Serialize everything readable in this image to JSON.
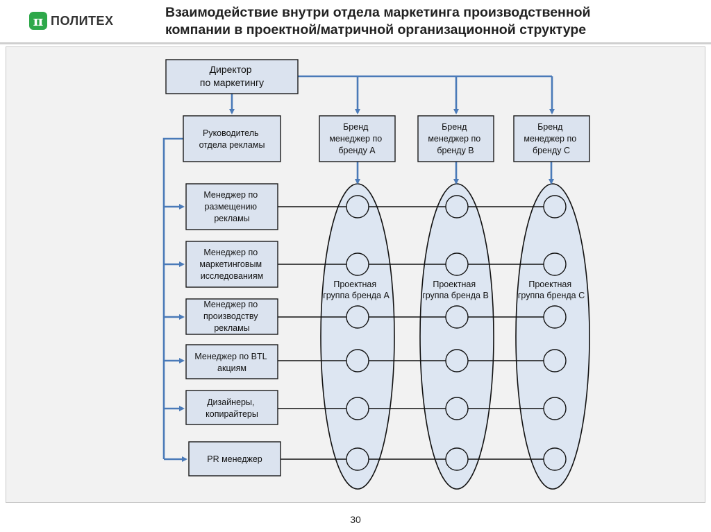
{
  "header": {
    "logo_text": "ПОЛИТЕХ",
    "logo_symbol": "π",
    "title_line1": "Взаимодействие внутри отдела маркетинга производственной",
    "title_line2": "компании в проектной/матричной организационной структуре"
  },
  "diagram": {
    "director": [
      "Директор",
      "по маркетингу"
    ],
    "ad_head": [
      "Руководитель",
      "отдела рекламы"
    ],
    "brand_managers": [
      [
        "Бренд",
        "менеджер по",
        "бренду A"
      ],
      [
        "Бренд",
        "менеджер по",
        "бренду B"
      ],
      [
        "Бренд",
        "менеджер по",
        "бренду C"
      ]
    ],
    "staff": [
      [
        "Менеджер по",
        "размещению",
        "рекламы"
      ],
      [
        "Менеджер по",
        "маркетинговым",
        "исследованиям"
      ],
      [
        "Менеджер по",
        "производству",
        "рекламы"
      ],
      [
        "Менеджер по BTL",
        "акциям"
      ],
      [
        "Дизайнеры,",
        "копирайтеры"
      ],
      [
        "PR менеджер"
      ]
    ],
    "project_groups": [
      [
        "Проектная",
        "группа бренда A"
      ],
      [
        "Проектная",
        "группа бренда B"
      ],
      [
        "Проектная",
        "группа бренда C"
      ]
    ]
  },
  "footer": {
    "page_number": "30"
  },
  "colors": {
    "box_fill": "#dbe3ef",
    "connector": "#4a7ab8",
    "logo_green": "#2ea84a"
  }
}
